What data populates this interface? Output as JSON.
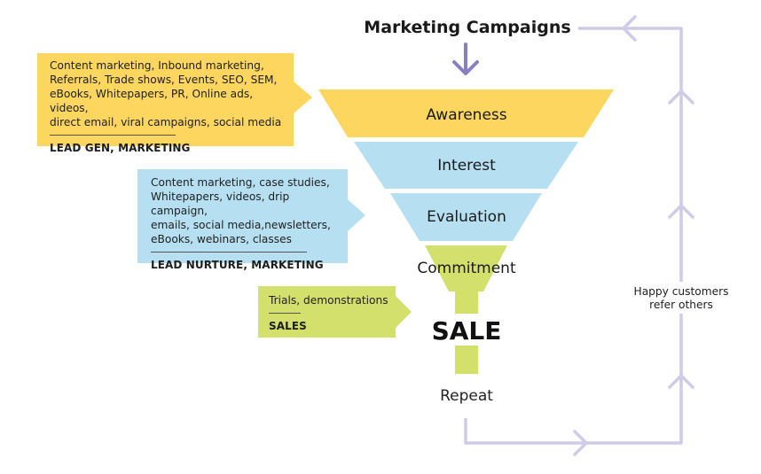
{
  "title": "Marketing Campaigns",
  "colors": {
    "awareness": "#fdd65f",
    "interest": "#b6e0f2",
    "evaluation": "#b6e0f2",
    "commitment": "#d4e06c",
    "sale": "#d4e06c",
    "loop": "#cfcbe8",
    "down_arrow": "#8a80bf"
  },
  "funnel": {
    "stages": [
      {
        "label": "Awareness"
      },
      {
        "label": "Interest"
      },
      {
        "label": "Evaluation"
      },
      {
        "label": "Commitment"
      }
    ],
    "sale_label": "SALE",
    "repeat_label": "Repeat"
  },
  "loop_label": "Happy customers refer others",
  "notes": [
    {
      "text": "Content marketing, Inbound marketing,\nReferrals, Trade shows, Events, SEO, SEM,\neBooks, Whitepapers,  PR, Online ads, videos,\ndirect email, viral campaigns, social media",
      "tag": "LEAD GEN, MARKETING",
      "color": "#fdd65f"
    },
    {
      "text": "Content marketing, case studies,\nWhitepapers, videos, drip campaign,\nemails, social media,newsletters,\neBooks, webinars, classes",
      "tag": "LEAD NURTURE, MARKETING",
      "color": "#b6e0f2"
    },
    {
      "text": "Trials, demonstrations",
      "tag": "SALES",
      "color": "#d4e06c"
    }
  ]
}
